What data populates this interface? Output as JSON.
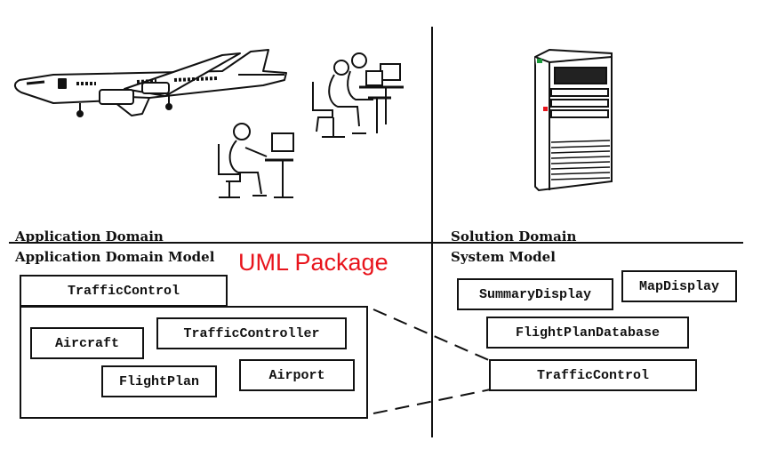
{
  "left": {
    "domain_label": "Application Domain",
    "model_label": "Application Domain Model",
    "package_name": "TrafficControl",
    "classes": [
      "Aircraft",
      "TrafficController",
      "FlightPlan",
      "Airport"
    ]
  },
  "right": {
    "domain_label": "Solution Domain",
    "model_label": "System Model",
    "classes": [
      "SummaryDisplay",
      "MapDisplay",
      "FlightPlanDatabase",
      "TrafficControl"
    ]
  },
  "annotation": {
    "text": "UML Package",
    "color": "#e8141c"
  },
  "icons": [
    "airplane-icon",
    "workstation-operators-icon",
    "workstation-operator-icon",
    "server-tower-icon"
  ]
}
